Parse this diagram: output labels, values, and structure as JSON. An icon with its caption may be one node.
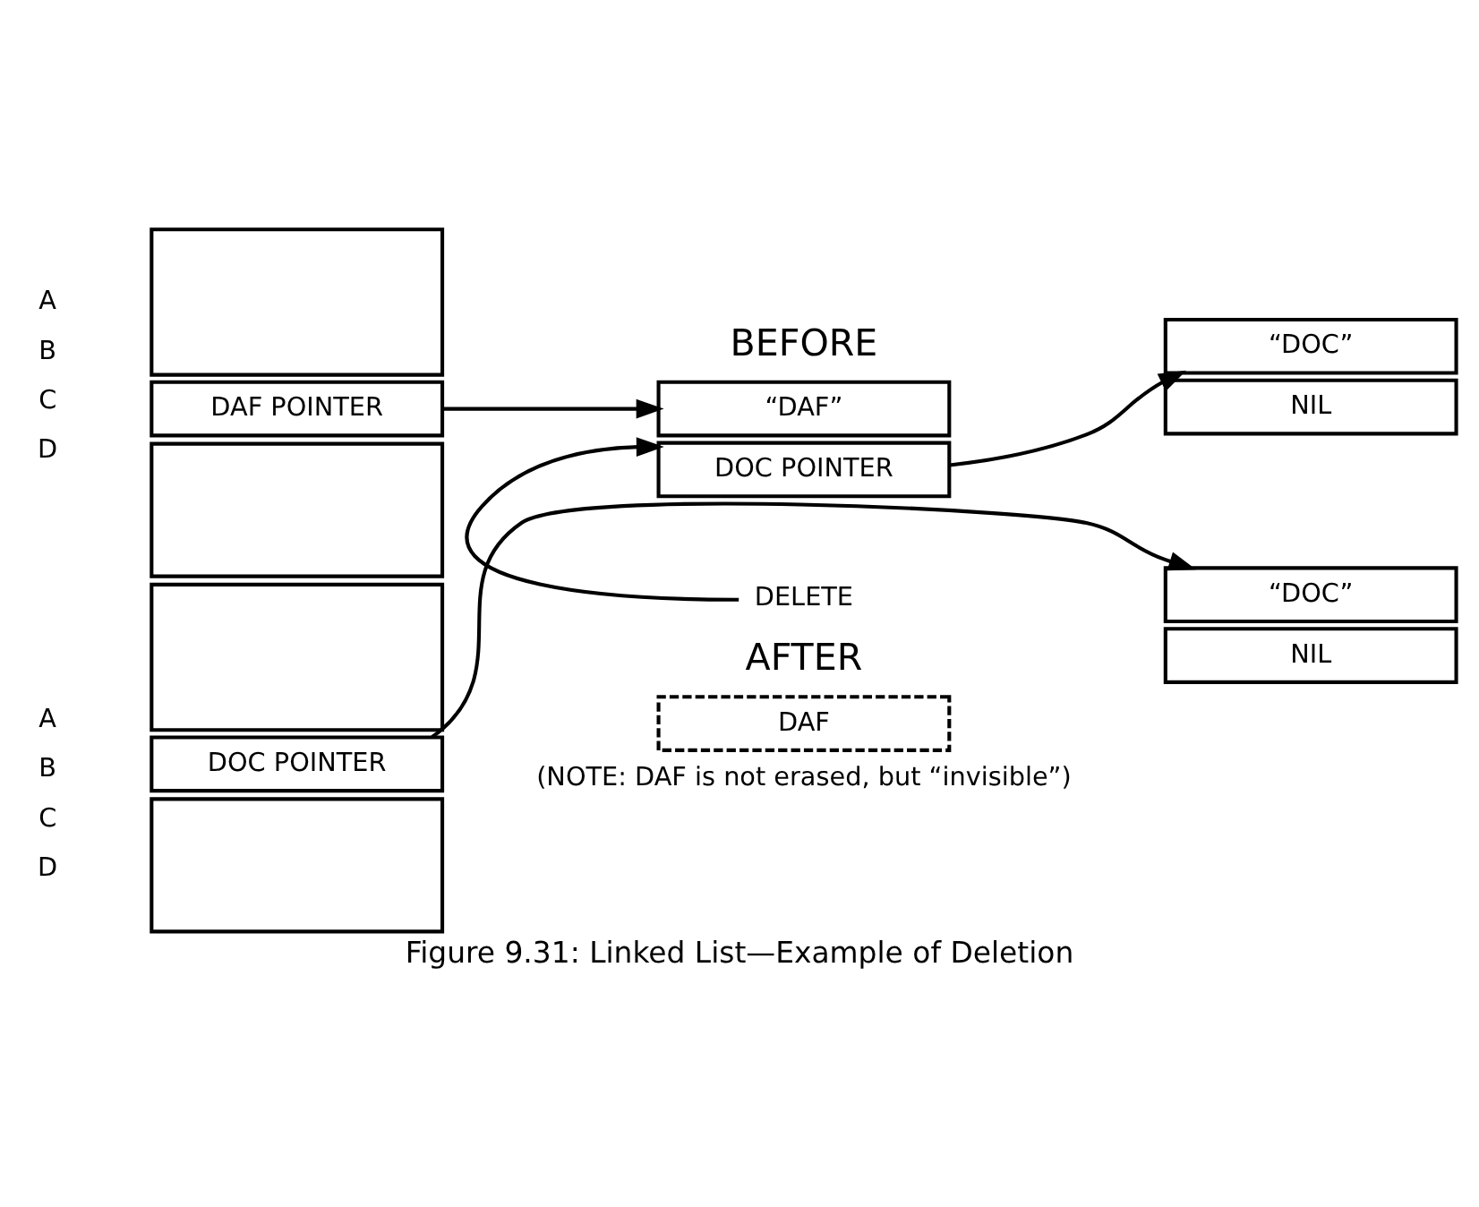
{
  "diagram": {
    "caption": "Figure 9.31: Linked List—Example of Deletion",
    "nodes": [
      {
        "text": [],
        "shape": "box"
      },
      {
        "text": [
          "DAF POINTER"
        ]
      },
      {
        "text": [],
        "shape": "box"
      },
      {
        "text": [
          "“DAF”"
        ]
      },
      {
        "text": [
          "DOC POINTER"
        ]
      },
      {
        "text": [
          "“DOC”"
        ]
      },
      {
        "text": [
          "NIL"
        ]
      },
      {
        "text": [
          "DELETE"
        ]
      },
      {
        "text": [],
        "shape": "box"
      },
      {
        "text": [
          "DOC POINTER"
        ]
      },
      {
        "text": [],
        "shape": "box"
      },
      {
        "text": [
          "“DOC”"
        ]
      },
      {
        "text": [
          "NIL"
        ]
      },
      {
        "text": [
          "DAF"
        ]
      }
    ],
    "edges": [
      {
        "from": 1,
        "to": 3,
        "arrow": "to"
      },
      {
        "from": 4,
        "to": 5,
        "arrow": "to"
      },
      {
        "from": 7,
        "to": 4,
        "arrow": "to"
      },
      {
        "from": 9,
        "to": 11,
        "arrow": "to"
      }
    ],
    "labels": [
      "BEFORE",
      "A",
      "B",
      "C",
      "D",
      "AFTER",
      "A",
      "B",
      "C",
      "D",
      "(NOTE: DAF is not erased, but “invisible”)"
    ]
  }
}
